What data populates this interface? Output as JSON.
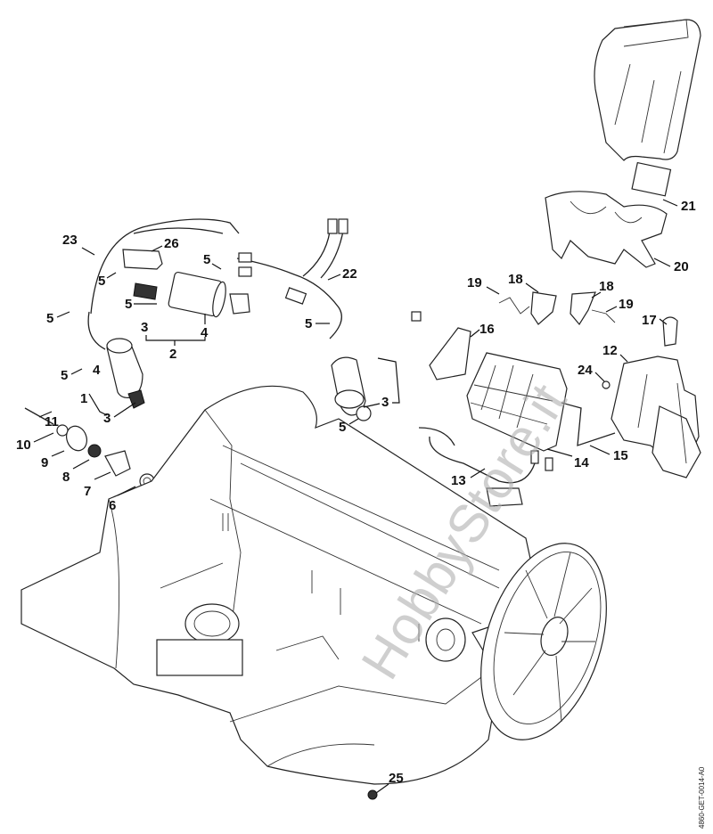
{
  "diagram": {
    "title": "Exploded parts view - lawn mower housing and electrical components",
    "drawing_code": "4860-GET-0014-A0",
    "watermark": "HobbyStore.it",
    "callouts": [
      {
        "id": "c23",
        "label": "23",
        "part": "cable-harness"
      },
      {
        "id": "c26",
        "label": "26",
        "part": "cover"
      },
      {
        "id": "c5a",
        "label": "5",
        "part": "screw"
      },
      {
        "id": "c5b",
        "label": "5",
        "part": "screw"
      },
      {
        "id": "c5c",
        "label": "5",
        "part": "screw"
      },
      {
        "id": "c5d",
        "label": "5",
        "part": "screw"
      },
      {
        "id": "c5e",
        "label": "5",
        "part": "screw"
      },
      {
        "id": "c5f",
        "label": "5",
        "part": "screw"
      },
      {
        "id": "c5g",
        "label": "5",
        "part": "screw"
      },
      {
        "id": "c3a",
        "label": "3",
        "part": "spring"
      },
      {
        "id": "c3b",
        "label": "3",
        "part": "spring"
      },
      {
        "id": "c3c",
        "label": "3",
        "part": "spring"
      },
      {
        "id": "c4a",
        "label": "4",
        "part": "nut"
      },
      {
        "id": "c4b",
        "label": "4",
        "part": "nut"
      },
      {
        "id": "c2",
        "label": "2",
        "part": "motor-assembly"
      },
      {
        "id": "c1",
        "label": "1",
        "part": "motor-assembly"
      },
      {
        "id": "c22",
        "label": "22",
        "part": "cable-harness"
      },
      {
        "id": "c11",
        "label": "11",
        "part": "bolt"
      },
      {
        "id": "c10",
        "label": "10",
        "part": "washer"
      },
      {
        "id": "c9",
        "label": "9",
        "part": "gear-wheel"
      },
      {
        "id": "c8",
        "label": "8",
        "part": "bearing"
      },
      {
        "id": "c7",
        "label": "7",
        "part": "shaft"
      },
      {
        "id": "c6",
        "label": "6",
        "part": "seal-ring"
      },
      {
        "id": "c19a",
        "label": "19",
        "part": "torsion-spring"
      },
      {
        "id": "c19b",
        "label": "19",
        "part": "torsion-spring"
      },
      {
        "id": "c18a",
        "label": "18",
        "part": "flap"
      },
      {
        "id": "c18b",
        "label": "18",
        "part": "flap"
      },
      {
        "id": "c17",
        "label": "17",
        "part": "indicator-lamp"
      },
      {
        "id": "c16",
        "label": "16",
        "part": "cover"
      },
      {
        "id": "c12",
        "label": "12",
        "part": "battery-holder"
      },
      {
        "id": "c24",
        "label": "24",
        "part": "nut"
      },
      {
        "id": "c13",
        "label": "13",
        "part": "cable-harness"
      },
      {
        "id": "c14",
        "label": "14",
        "part": "housing"
      },
      {
        "id": "c15",
        "label": "15",
        "part": "wire-bracket"
      },
      {
        "id": "c21",
        "label": "21",
        "part": "switch"
      },
      {
        "id": "c20",
        "label": "20",
        "part": "housing-cover"
      },
      {
        "id": "c25",
        "label": "25",
        "part": "nut"
      }
    ]
  }
}
